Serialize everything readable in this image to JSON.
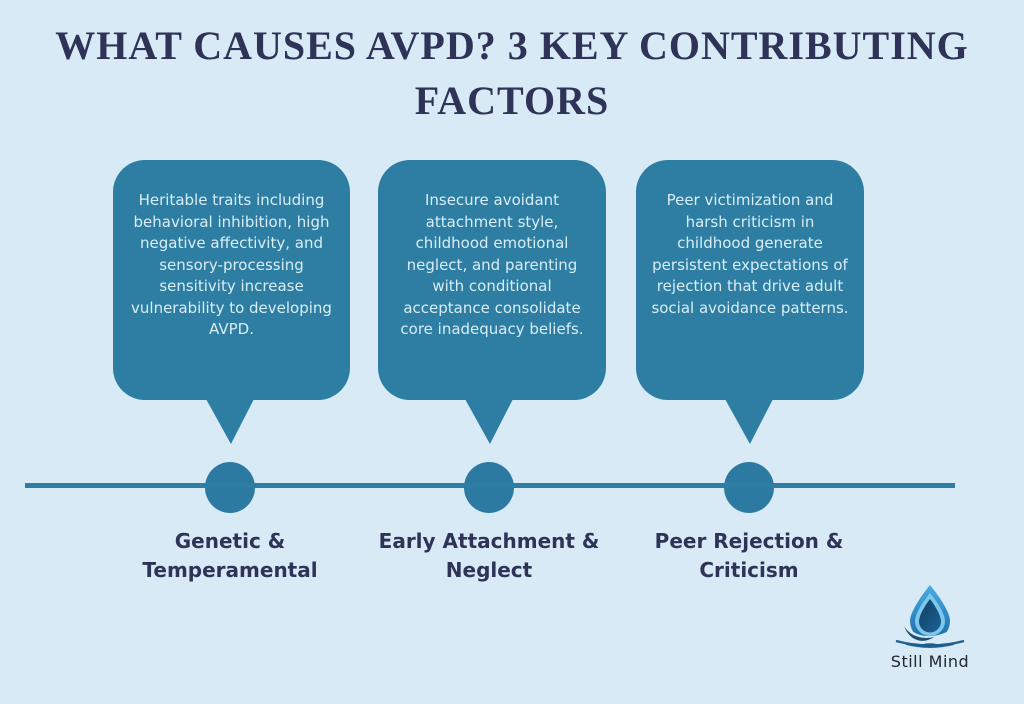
{
  "title": {
    "line1": "WHAT CAUSES AVPD? 3 KEY CONTRIBUTING",
    "line2": "FACTORS"
  },
  "factors": [
    {
      "description": "Heritable traits including behavioral inhibition, high negative affectivity, and sensory-processing sensitivity increase vulnerability to developing AVPD.",
      "label_line1": "Genetic &",
      "label_line2": "Temperamental"
    },
    {
      "description": "Insecure avoidant attachment style, childhood emotional neglect, and parenting with conditional acceptance consolidate core inadequacy beliefs.",
      "label_line1": "Early Attachment &",
      "label_line2": "Neglect"
    },
    {
      "description": "Peer victimization and harsh criticism in childhood generate persistent expectations of rejection that drive adult social avoidance patterns.",
      "label_line1": "Peer Rejection &",
      "label_line2": "Criticism"
    }
  ],
  "logo": {
    "text": "Still Mind",
    "icon": "water-drop-ripple-icon"
  },
  "colors": {
    "background": "#d7eaf6",
    "bubble": "#2e7ea4",
    "bubble_text": "#d9edf4",
    "timeline": "#2e7ea4",
    "heading_text": "#2e3357"
  }
}
